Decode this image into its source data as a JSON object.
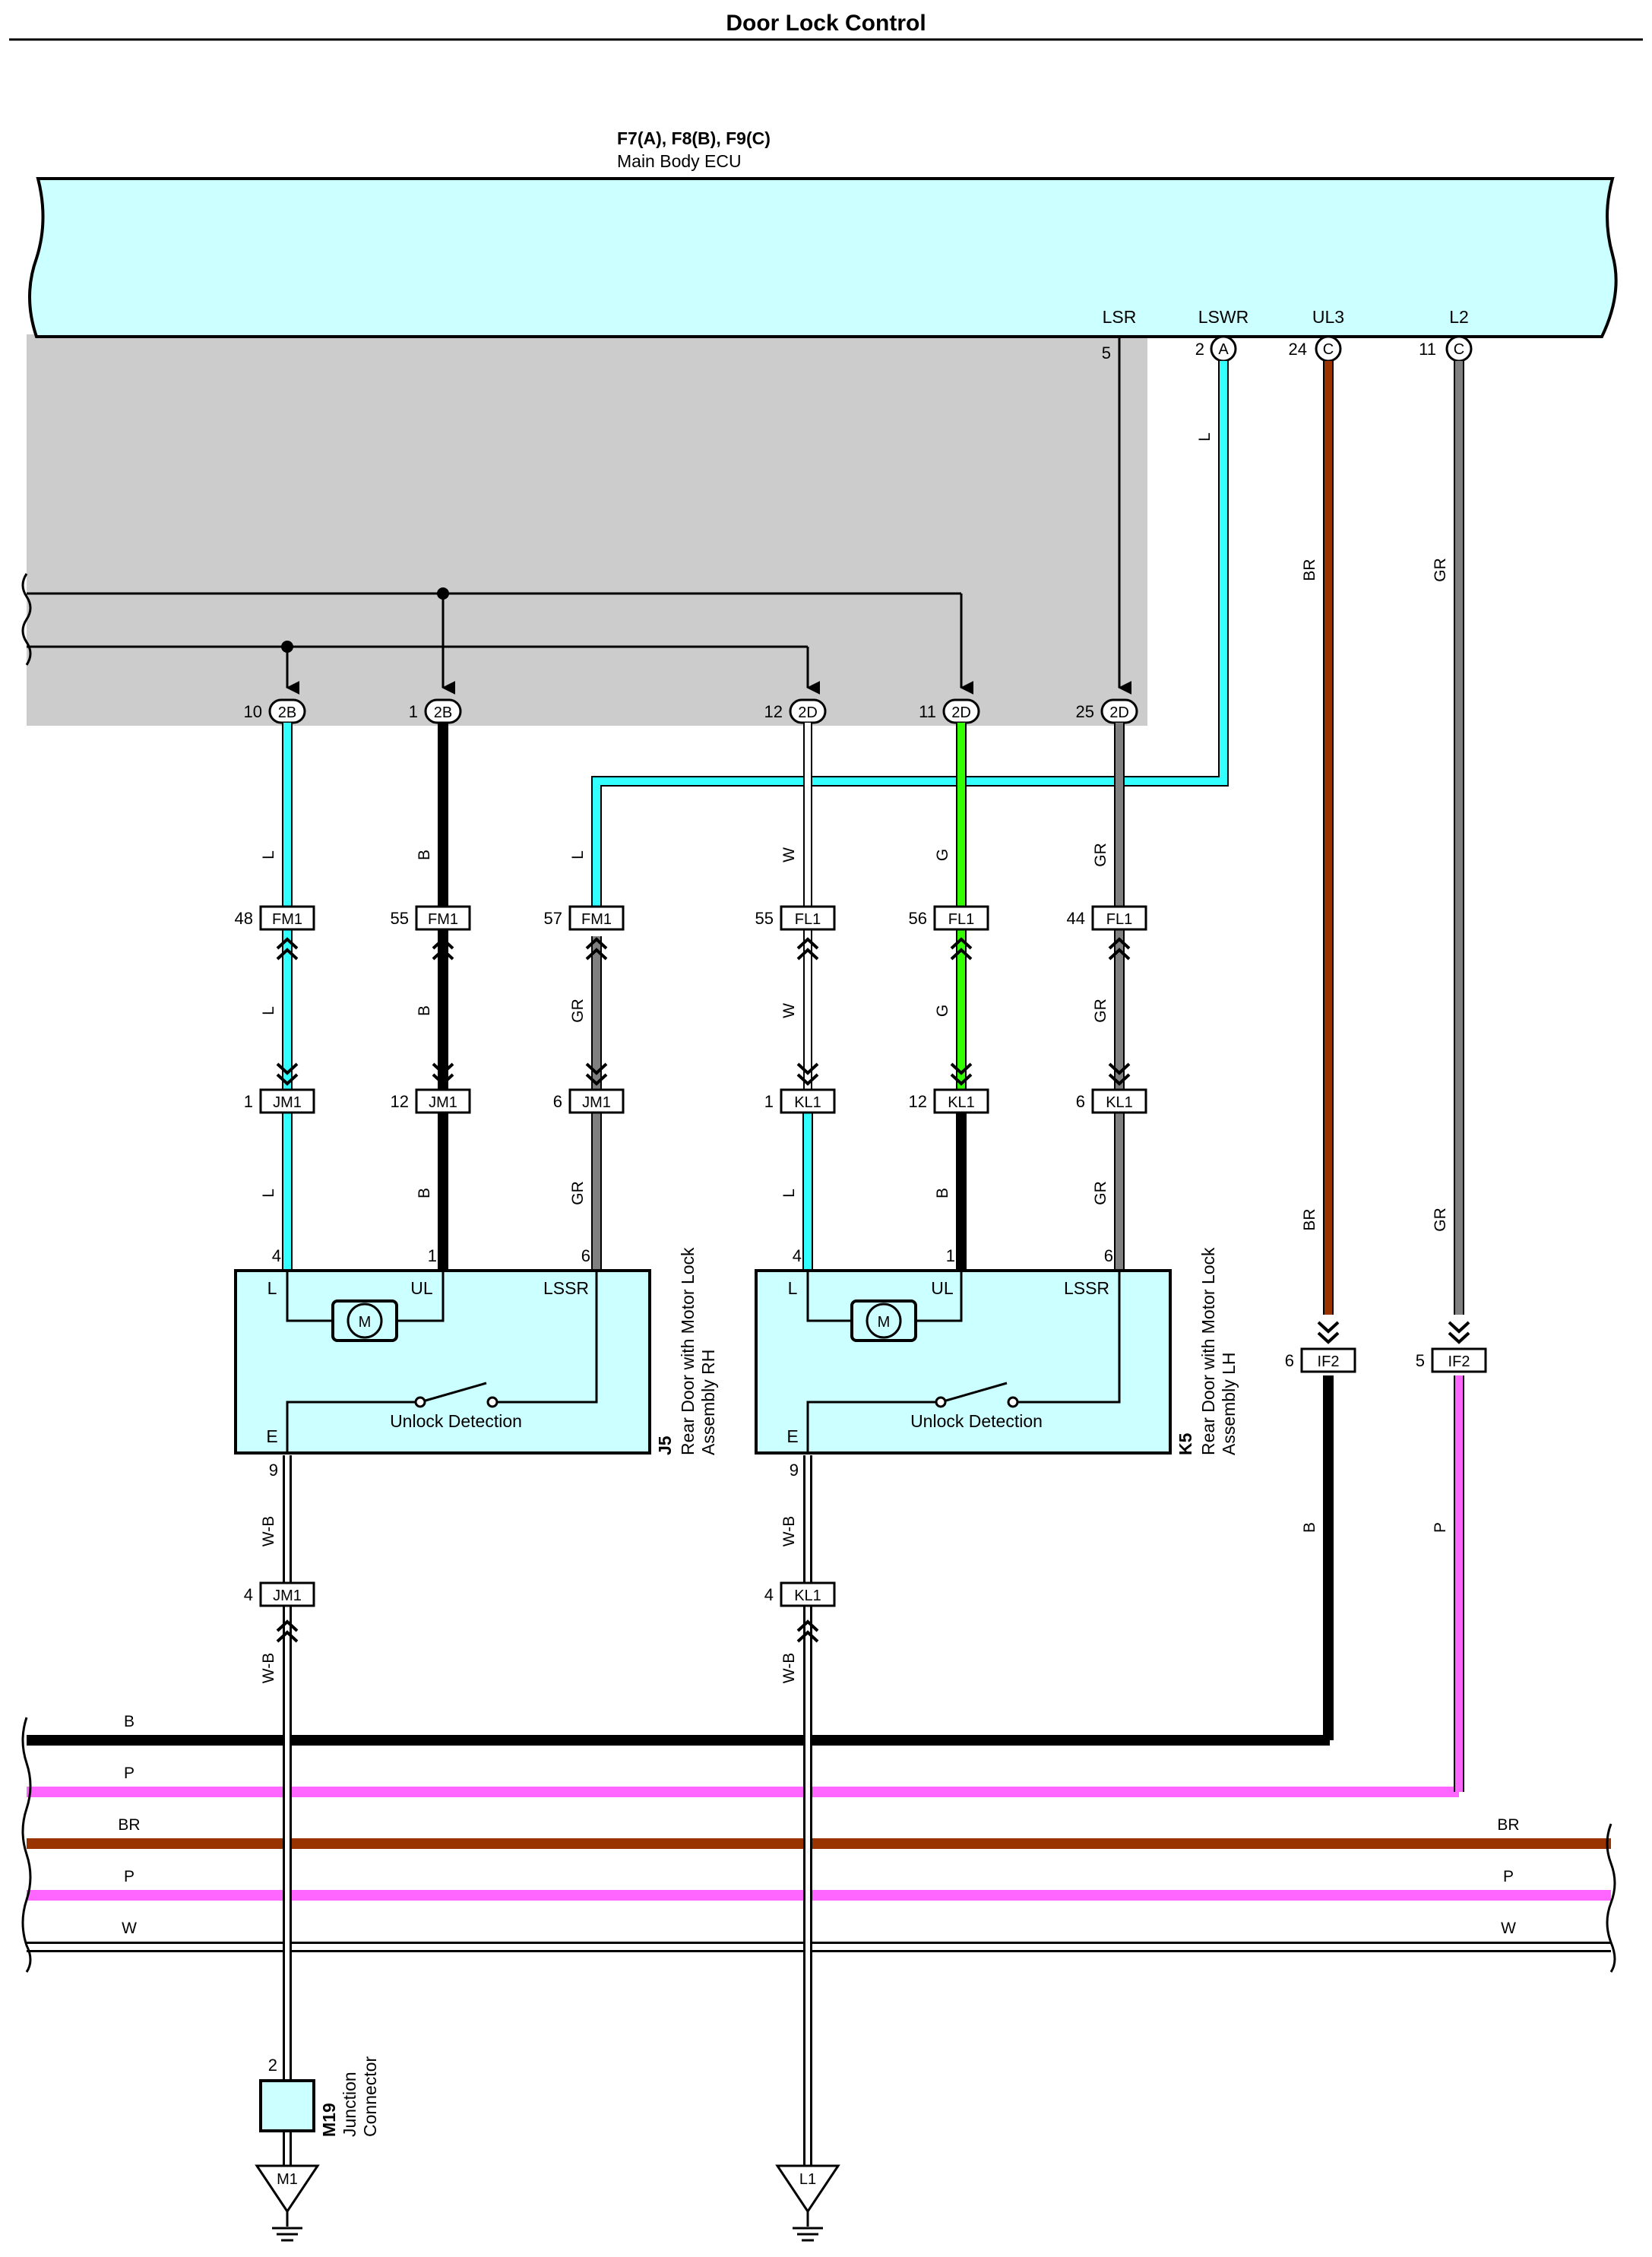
{
  "page": {
    "title": "Door Lock Control"
  },
  "ecu": {
    "ids": "F7(A), F8(B), F9(C)",
    "name": "Main Body ECU",
    "terminals": [
      {
        "label": "LSR",
        "pin": "5",
        "conn": ""
      },
      {
        "label": "LSWR",
        "pin": "2",
        "conn": "A"
      },
      {
        "label": "UL3",
        "pin": "24",
        "conn": "C"
      },
      {
        "label": "L2",
        "pin": "11",
        "conn": "C"
      }
    ]
  },
  "ecu_connectors": [
    {
      "pin": "10",
      "conn": "2B"
    },
    {
      "pin": "1",
      "conn": "2B"
    },
    {
      "pin": "12",
      "conn": "2D"
    },
    {
      "pin": "11",
      "conn": "2D"
    },
    {
      "pin": "25",
      "conn": "2D"
    }
  ],
  "connectors": {
    "upper": [
      {
        "pin": "48",
        "name": "FM1"
      },
      {
        "pin": "55",
        "name": "FM1"
      },
      {
        "pin": "57",
        "name": "FM1"
      },
      {
        "pin": "55",
        "name": "FL1"
      },
      {
        "pin": "56",
        "name": "FL1"
      },
      {
        "pin": "44",
        "name": "FL1"
      }
    ],
    "lower": [
      {
        "pin": "1",
        "name": "JM1"
      },
      {
        "pin": "12",
        "name": "JM1"
      },
      {
        "pin": "6",
        "name": "JM1"
      },
      {
        "pin": "1",
        "name": "KL1"
      },
      {
        "pin": "12",
        "name": "KL1"
      },
      {
        "pin": "6",
        "name": "KL1"
      }
    ],
    "if2": [
      {
        "pin": "6",
        "name": "IF2"
      },
      {
        "pin": "5",
        "name": "IF2"
      }
    ],
    "ground_side": [
      {
        "pin": "4",
        "name": "JM1"
      },
      {
        "pin": "4",
        "name": "KL1"
      }
    ]
  },
  "wire_labels": {
    "lswr": "L",
    "ul3": [
      "BR",
      "BR"
    ],
    "l2": [
      "GR",
      "GR"
    ],
    "seg1": [
      "L",
      "B",
      "L",
      "W",
      "G",
      "GR"
    ],
    "seg2": [
      "L",
      "B",
      "GR",
      "W",
      "G",
      "GR"
    ],
    "seg3": [
      "L",
      "B",
      "GR",
      "L",
      "B",
      "GR"
    ],
    "after_if2": [
      "B",
      "P"
    ],
    "ground": [
      "W-B",
      "W-B",
      "W-B",
      "W-B"
    ]
  },
  "components": [
    {
      "id": "J5",
      "name_line1": "Rear Door with Motor Lock",
      "name_line2": "Assembly RH",
      "pins_top": [
        "4",
        "1",
        "6"
      ],
      "term_L": "L",
      "term_UL": "UL",
      "term_LSSR": "LSSR",
      "term_E": "E",
      "pin_E": "9",
      "motor": "M",
      "switch_label": "Unlock Detection"
    },
    {
      "id": "K5",
      "name_line1": "Rear Door with Motor Lock",
      "name_line2": "Assembly LH",
      "pins_top": [
        "4",
        "1",
        "6"
      ],
      "term_L": "L",
      "term_UL": "UL",
      "term_LSSR": "LSSR",
      "term_E": "E",
      "pin_E": "9",
      "motor": "M",
      "switch_label": "Unlock Detection"
    }
  ],
  "junction": {
    "id": "M19",
    "line1": "Junction",
    "line2": "Connector",
    "pin": "2"
  },
  "grounds": [
    "M1",
    "L1"
  ],
  "buses": [
    {
      "label": "B",
      "right_label": "",
      "color": "#000000"
    },
    {
      "label": "P",
      "right_label": "",
      "color": "#ff66ff"
    },
    {
      "label": "BR",
      "right_label": "BR",
      "color": "#993300"
    },
    {
      "label": "P",
      "right_label": "P",
      "color": "#ff66ff"
    },
    {
      "label": "W",
      "right_label": "W",
      "color": "#ffffff"
    }
  ],
  "colors": {
    "ecu_fill": "#ccffff",
    "shade": "#cccccc",
    "blue": "#33ffff",
    "black": "#000000",
    "white": "#ffffff",
    "green": "#33ff00",
    "gray": "#808080",
    "brown": "#993300",
    "pink": "#ff66ff",
    "component_fill": "#ccffff"
  }
}
